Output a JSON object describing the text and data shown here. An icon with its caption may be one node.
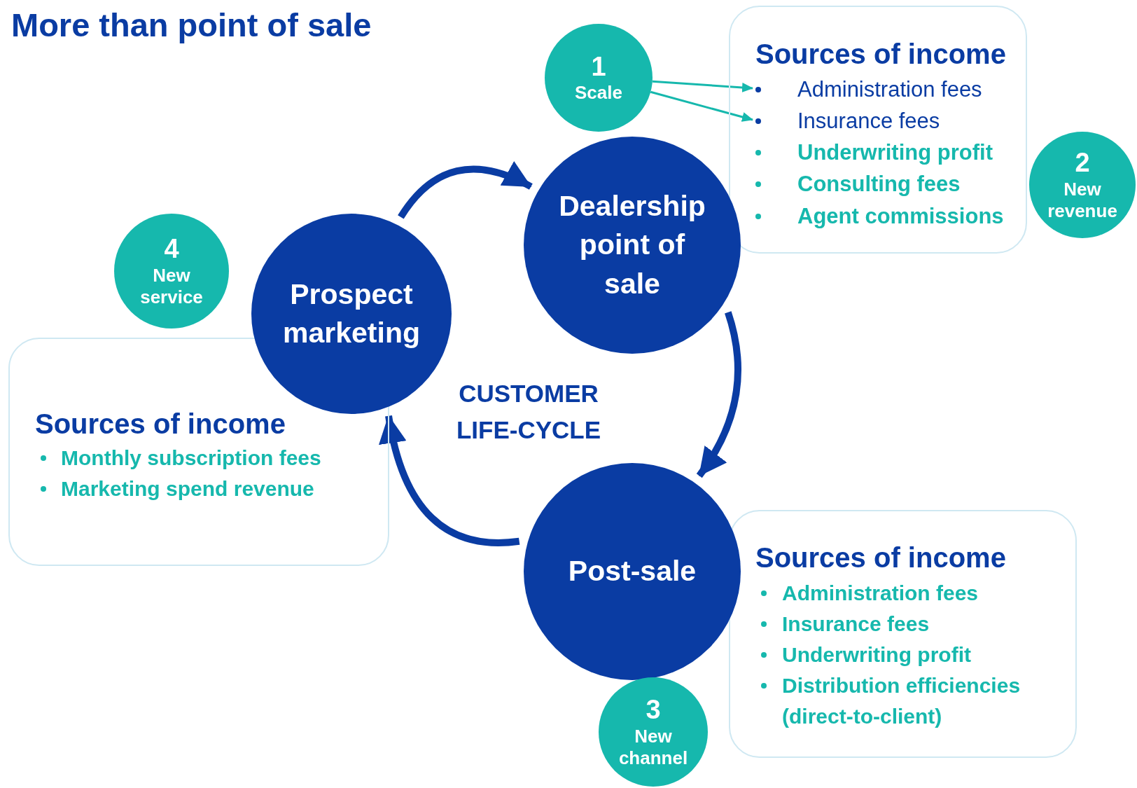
{
  "diagram": {
    "title": "More than point of sale",
    "nodes": [
      {
        "text": [
          "1",
          "Scale"
        ]
      },
      {
        "text": [
          "Sources of income"
        ]
      },
      {
        "text": [
          "Administration fees"
        ],
        "in": 1
      },
      {
        "text": [
          "Insurance fees"
        ],
        "in": 1
      },
      {
        "text": [
          "Underwriting profit"
        ],
        "in": 1
      },
      {
        "text": [
          "Consulting fees"
        ],
        "in": 1
      },
      {
        "text": [
          "Agent commissions"
        ],
        "in": 1
      },
      {
        "text": [
          "2",
          "New revenue"
        ]
      },
      {
        "text": [
          "Dealership point of sale"
        ]
      },
      {
        "text": [
          "4",
          "New service"
        ]
      },
      {
        "text": [
          "Prospect marketing"
        ]
      },
      {
        "text": [
          "Sources of income",
          "Monthly subscription fees",
          "Marketing spend revenue"
        ]
      },
      {
        "text": [
          "Post-sale"
        ]
      },
      {
        "text": [
          "Sources of income",
          "Administration fees",
          "Insurance fees",
          "Underwriting profit",
          "Distribution efficiencies (direct-to-client)"
        ]
      },
      {
        "text": [
          "3",
          "New channel"
        ]
      }
    ],
    "edges": [
      {
        "from": 0,
        "to": 2,
        "arrow": "to",
        "color": "#16b8ad"
      },
      {
        "from": 0,
        "to": 3,
        "arrow": "to",
        "color": "#16b8ad"
      },
      {
        "from": 10,
        "to": 8,
        "arrow": "to"
      },
      {
        "from": 8,
        "to": 12,
        "arrow": "to"
      },
      {
        "from": 12,
        "to": 10,
        "arrow": "to"
      }
    ],
    "labels": [
      "CUSTOMER LIFE-CYCLE"
    ]
  }
}
